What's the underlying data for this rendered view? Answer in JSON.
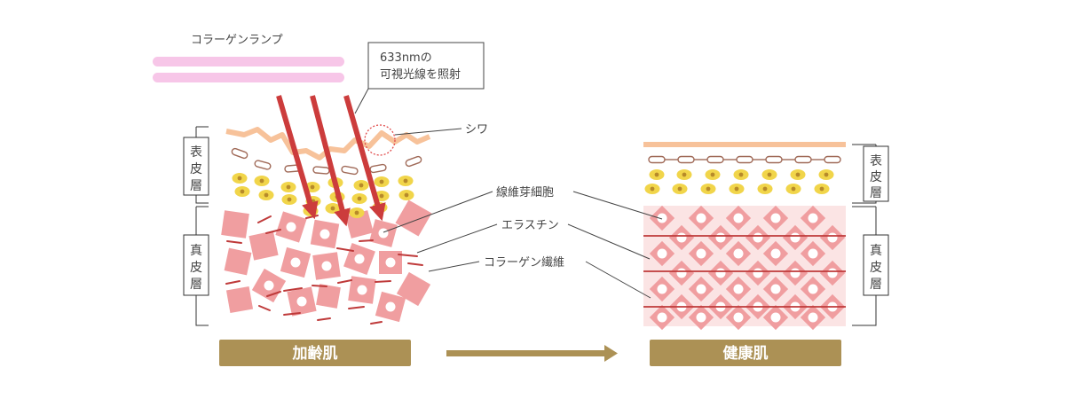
{
  "labels": {
    "lamp": "コラーゲンランプ",
    "note_line1": "633nmの",
    "note_line2": "可視光線を照射",
    "wrinkle": "シワ",
    "fibroblast": "線維芽細胞",
    "elastin": "エラスチン",
    "collagen_fiber": "コラーゲン繊維"
  },
  "layers": {
    "epidermis": [
      "表",
      "皮",
      "層"
    ],
    "dermis": [
      "真",
      "皮",
      "層"
    ]
  },
  "banners": {
    "aged": "加齢肌",
    "healthy": "健康肌"
  },
  "colors": {
    "lamp": "#f7c6e8",
    "light_beam": "#cc3c3c",
    "skin_surface": "#f7c29a",
    "cell_yellow": "#f1d54a",
    "cell_dot": "#b78a2a",
    "chain": "#a06a58",
    "collagen": "#f09ea0",
    "elastin": "#bf3a3a",
    "banner": "#ac9155",
    "arrow": "#ac9155",
    "wrinkle_circle": "#e04848"
  }
}
